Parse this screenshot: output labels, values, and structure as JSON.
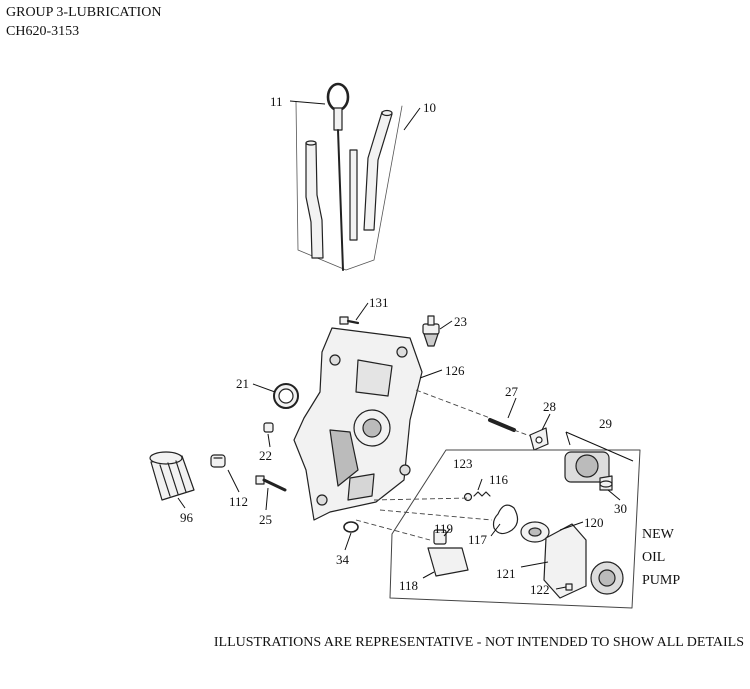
{
  "header": {
    "group": "GROUP 3-LUBRICATION",
    "model": "CH620-3153"
  },
  "callouts": {
    "c11": "11",
    "c10": "10",
    "c131": "131",
    "c23": "23",
    "c21": "21",
    "c126": "126",
    "c27": "27",
    "c28": "28",
    "c29": "29",
    "c22": "22",
    "c123": "123",
    "c116": "116",
    "c96": "96",
    "c112": "112",
    "c25": "25",
    "c30": "30",
    "c119": "119",
    "c120": "120",
    "c117": "117",
    "c34": "34",
    "c121": "121",
    "c118": "118",
    "c122": "122"
  },
  "new_oil_pump": [
    "NEW",
    "OIL",
    "PUMP"
  ],
  "footer": "ILLUSTRATIONS ARE REPRESENTATIVE - NOT INTENDED TO SHOW ALL DETAILS",
  "colors": {
    "ink": "#111111",
    "part_fill": "#f2f2f2",
    "part_dark": "#9a9a9a"
  }
}
